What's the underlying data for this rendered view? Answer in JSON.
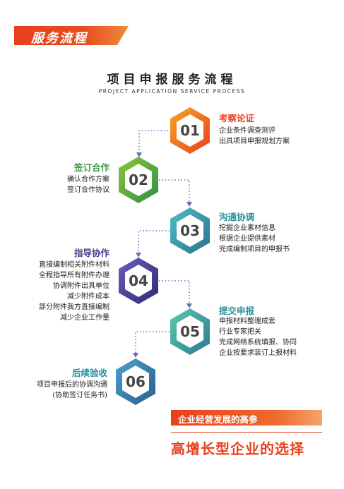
{
  "header": {
    "section_label": "服务流程",
    "title": "项目申报服务流程",
    "subtitle": "PROJECT APPLICATION SERVICE PROCESS"
  },
  "colors": {
    "accent": "#e8401c",
    "step1": "#e8401c",
    "step2": "#3a9a45",
    "step3": "#2a8f9c",
    "step4": "#3f3c8a",
    "step5": "#2a8f9c",
    "step6": "#2a8f9c"
  },
  "steps": [
    {
      "num": "01",
      "title": "考察论证",
      "lines": [
        "企业条件调查测评",
        "出具项目申报规划方案"
      ]
    },
    {
      "num": "02",
      "title": "签订合作",
      "lines": [
        "确认合作方案",
        "签订合作协议"
      ]
    },
    {
      "num": "03",
      "title": "沟通协调",
      "lines": [
        "挖掘企业素材信息",
        "根据企业提供素材",
        "完成编制项目的申报书"
      ]
    },
    {
      "num": "04",
      "title": "指导协作",
      "lines": [
        "直接编制相关附件材料",
        "全程指导所有附件办理",
        "协调附件出具单位",
        "减少附件成本",
        "部分附件我方直接编制",
        "减少企业工作量"
      ]
    },
    {
      "num": "05",
      "title": "提交申报",
      "lines": [
        "申报材料整理成套",
        "行业专家把关",
        "完成网络系统填报、协同",
        "企业按要求装订上报材料"
      ]
    },
    {
      "num": "06",
      "title": "后续验收",
      "lines": [
        "项目申报后的协调沟通",
        "(协助签订任务书)"
      ]
    }
  ],
  "footer": {
    "tagline": "企业经营发展的高参",
    "slogan": "高增长型企业的选择"
  }
}
